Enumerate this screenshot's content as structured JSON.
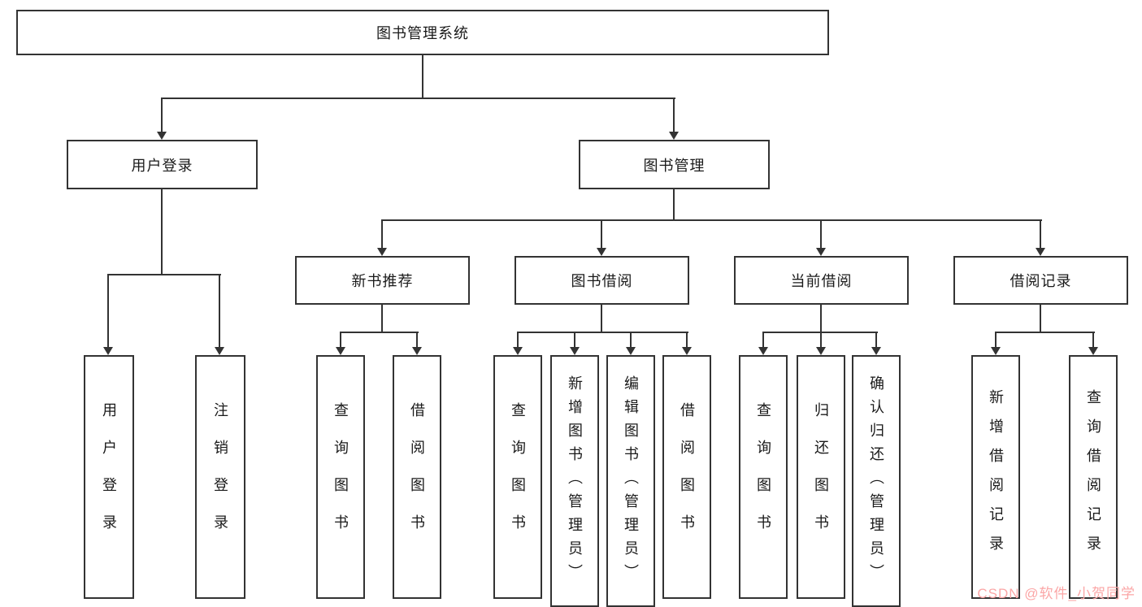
{
  "root": {
    "label": "图书管理系统"
  },
  "branches": {
    "user_login": {
      "label": "用户登录"
    },
    "book_mgmt": {
      "label": "图书管理"
    }
  },
  "modules": {
    "new_book": {
      "label": "新书推荐"
    },
    "borrow": {
      "label": "图书借阅"
    },
    "current": {
      "label": "当前借阅"
    },
    "records": {
      "label": "借阅记录"
    }
  },
  "leaves": {
    "user_login": "用户登录",
    "logout": "注销登录",
    "nb_query": "查询图书",
    "nb_borrow": "借阅图书",
    "bb_query": "查询图书",
    "bb_add": "新增图书（管理员）",
    "bb_edit": "编辑图书（管理员）",
    "bb_borrow": "借阅图书",
    "cb_query": "查询图书",
    "cb_return": "归还图书",
    "cb_confirm": "确认归还（管理员）",
    "br_add": "新增借阅记录",
    "br_query": "查询借阅记录"
  },
  "watermark": "CSDN @软件_小贺同学"
}
